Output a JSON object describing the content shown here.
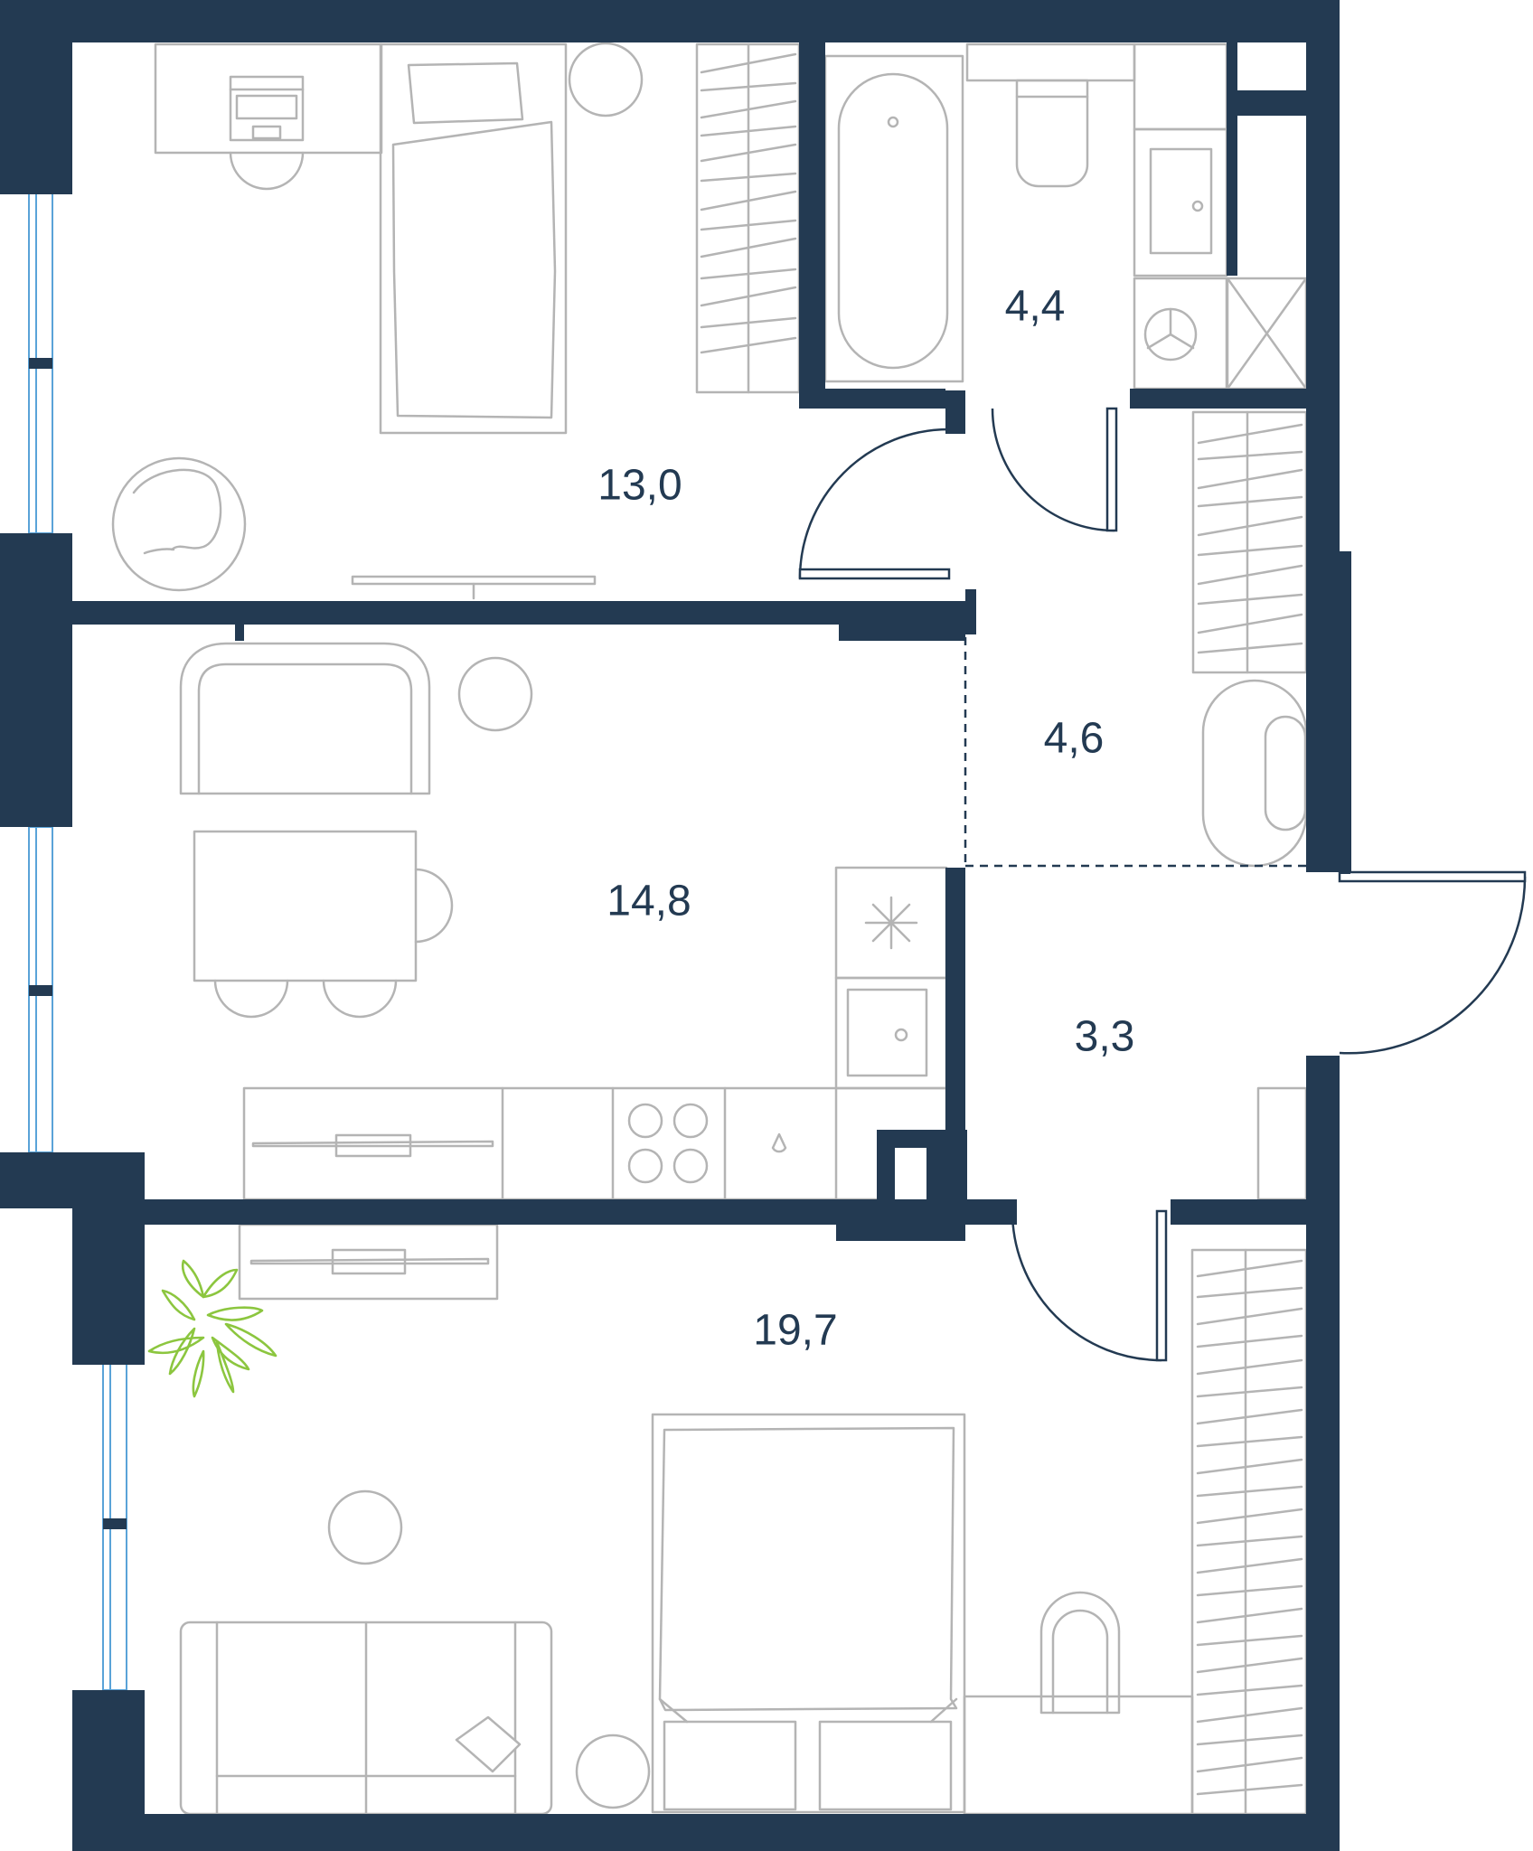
{
  "floorplan": {
    "rooms": [
      {
        "id": "bedroom-small",
        "area": "13,0"
      },
      {
        "id": "bathroom",
        "area": "4,4"
      },
      {
        "id": "hallway",
        "area": "4,6"
      },
      {
        "id": "kitchen-living",
        "area": "14,8"
      },
      {
        "id": "entrance",
        "area": "3,3"
      },
      {
        "id": "bedroom-large",
        "area": "19,7"
      }
    ]
  },
  "colors": {
    "walls": "#233a52",
    "furniture": "#b4b4b4",
    "windows": "#5aa3d8",
    "plant": "#8cc63f",
    "labels": "#233a52"
  }
}
